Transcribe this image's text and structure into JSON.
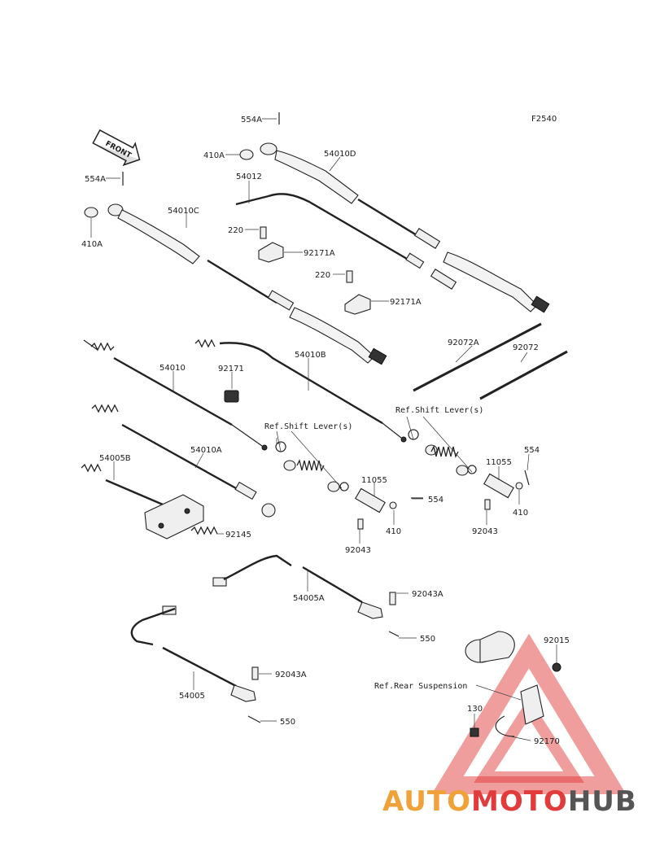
{
  "diagram_code": "F2540",
  "front_arrow_label": "FRONT",
  "watermark": {
    "part1": "AUTO",
    "part2": "MOTO",
    "part3": "HUB",
    "color1": "#f0a23a",
    "color2": "#e23b3b",
    "color3": "#555555"
  },
  "labels": {
    "p554A_top": "554A",
    "p410A_top": "410A",
    "p54010D": "54010D",
    "p54012": "54012",
    "p554A_left": "554A",
    "p220_a": "220",
    "p92171A_a": "92171A",
    "p54010C": "54010C",
    "p410A_left": "410A",
    "p220_b": "220",
    "p92171A_b": "92171A",
    "p92072A": "92072A",
    "p92072": "92072",
    "p54010": "54010",
    "p92171": "92171",
    "p54010B": "54010B",
    "p54010A": "54010A",
    "p54005B": "54005B",
    "p92145": "92145",
    "p11055_a": "11055",
    "p554_mid": "554",
    "p410_mid": "410",
    "p92043_mid": "92043",
    "p11055_b": "11055",
    "p554_right": "554",
    "p410_right": "410",
    "p92043_right": "92043",
    "p54005A": "54005A",
    "p92043A_a": "92043A",
    "p550_a": "550",
    "p54005": "54005",
    "p92043A_b": "92043A",
    "p550_b": "550",
    "p92015": "92015",
    "p130": "130",
    "p92170": "92170"
  },
  "references": {
    "shift_lever_left": "Ref.Shift Lever(s)",
    "shift_lever_right": "Ref.Shift Lever(s)",
    "rear_suspension": "Ref.Rear Suspension"
  }
}
